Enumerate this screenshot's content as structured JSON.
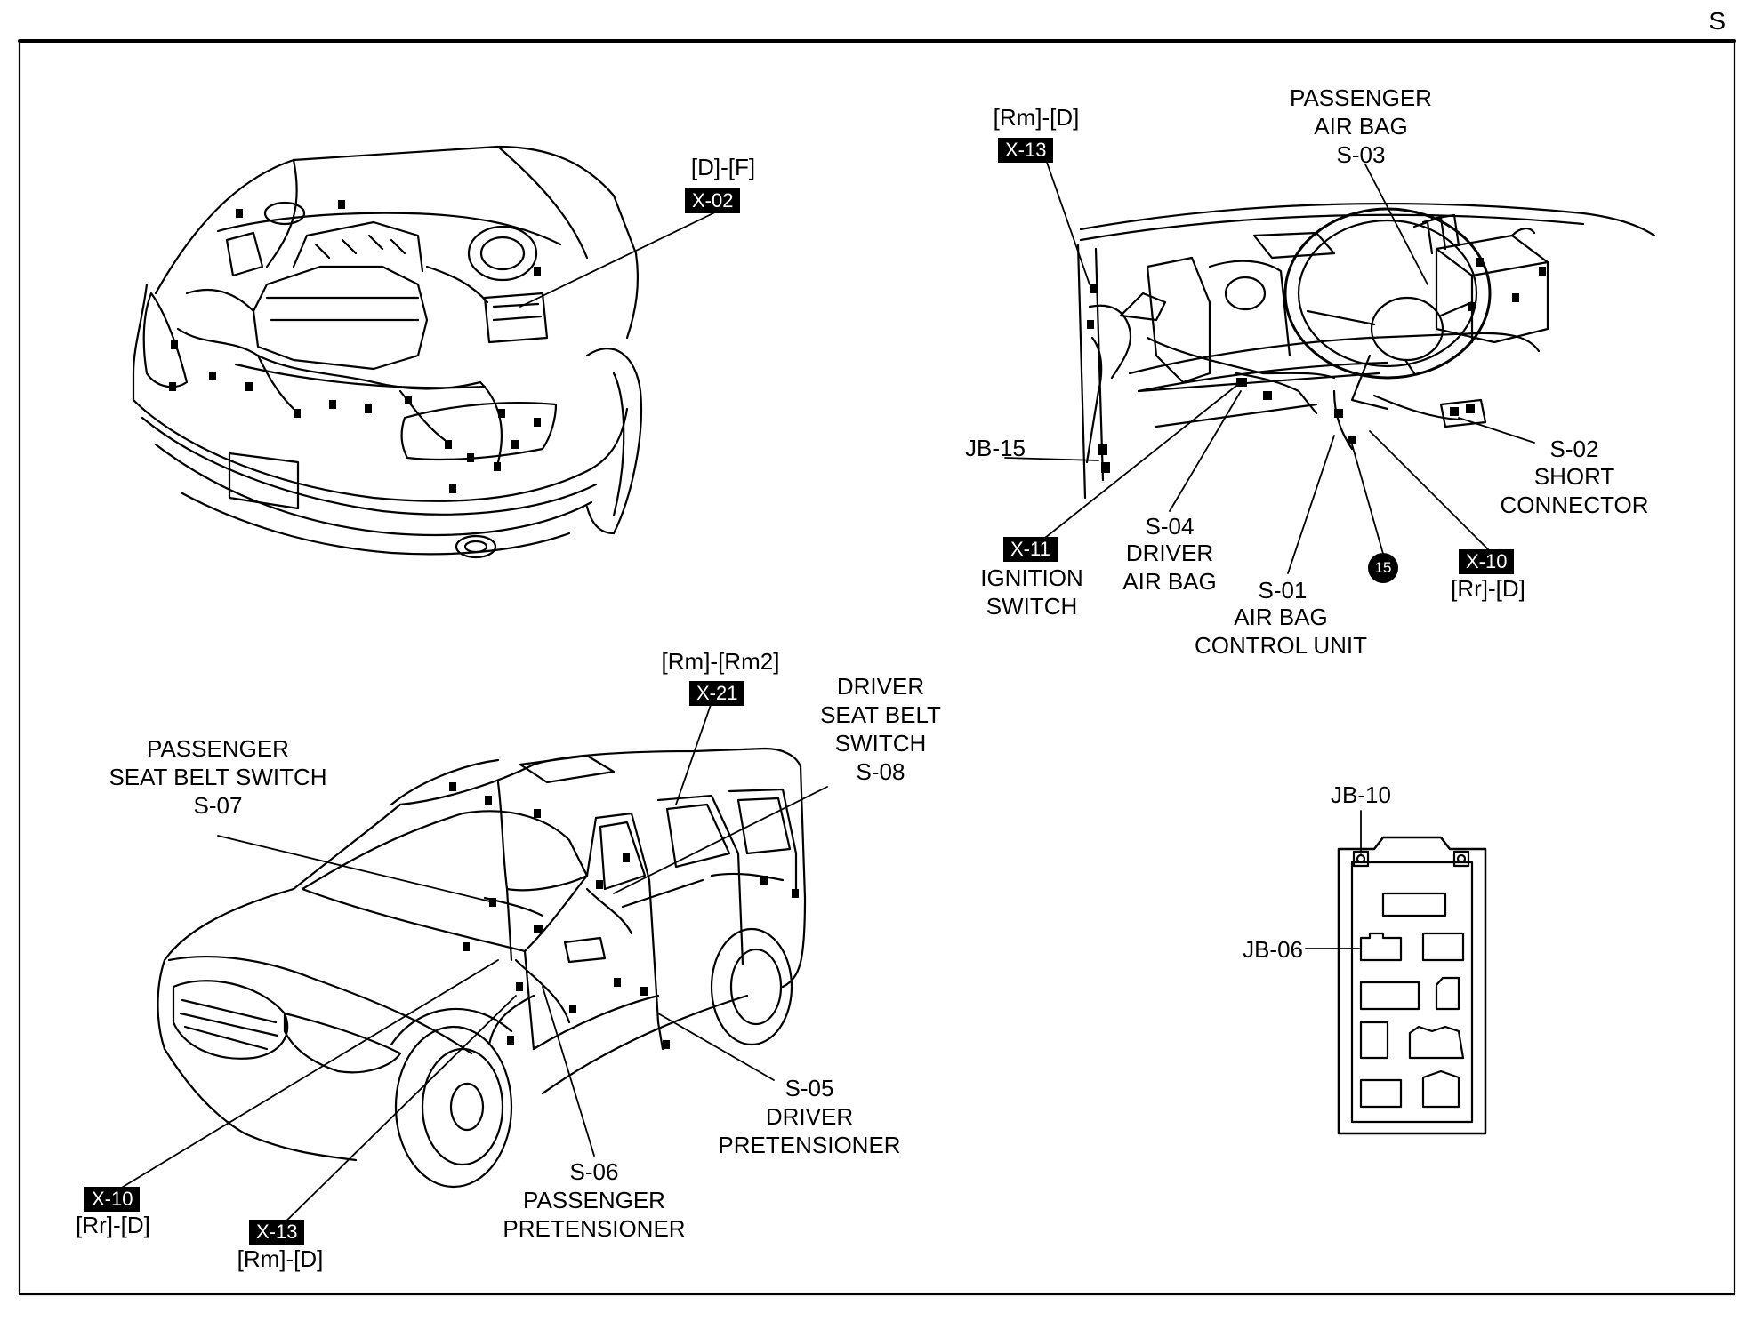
{
  "page_letter": "S",
  "engine_bay": {
    "connector_id": "X-02",
    "location": "[D]-[F]"
  },
  "dashboard": {
    "ignition_connector": {
      "location": "[Rm]-[D]",
      "id": "X-13"
    },
    "passenger_air_bag": {
      "name": "PASSENGER\nAIR BAG",
      "id": "S-03"
    },
    "short_connector": {
      "id": "S-02",
      "name": "SHORT\nCONNECTOR"
    },
    "junction_block": "JB-15",
    "ignition_switch": {
      "id": "X-11",
      "name": "IGNITION\nSWITCH"
    },
    "driver_air_bag": {
      "id": "S-04",
      "name": "DRIVER\nAIR BAG"
    },
    "control_unit": {
      "id": "S-01",
      "name": "AIR BAG\nCONTROL UNIT"
    },
    "ground_point": "15",
    "rear_connector": {
      "id": "X-10",
      "location": "[Rr]-[D]"
    }
  },
  "vehicle": {
    "roof_connector": {
      "location": "[Rm]-[Rm2]",
      "id": "X-21"
    },
    "passenger_seat_belt_switch": {
      "name": "PASSENGER\nSEAT BELT SWITCH",
      "id": "S-07"
    },
    "driver_seat_belt_switch": {
      "name": "DRIVER\nSEAT BELT\nSWITCH",
      "id": "S-08"
    },
    "driver_pretensioner": {
      "id": "S-05",
      "name": "DRIVER\nPRETENSIONER"
    },
    "passenger_pretensioner": {
      "id": "S-06",
      "name": "PASSENGER\nPRETENSIONER"
    },
    "rear_connector": {
      "id": "X-10",
      "location": "[Rr]-[D]"
    },
    "mid_connector": {
      "id": "X-13",
      "location": "[Rm]-[D]"
    }
  },
  "fuse_box": {
    "top_label": "JB-10",
    "side_label": "JB-06"
  }
}
